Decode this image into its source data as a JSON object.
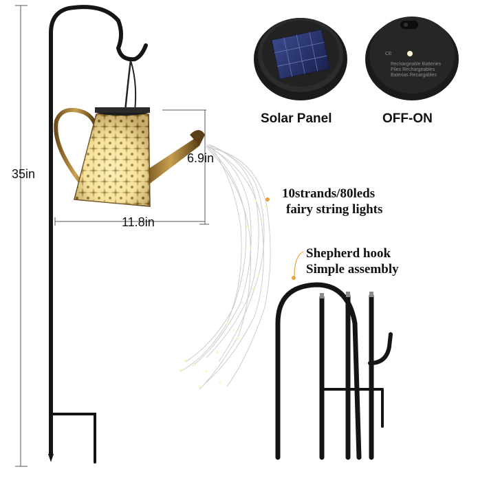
{
  "dimensions": {
    "height": "35in",
    "can_height": "6.9in",
    "can_width": "11.8in"
  },
  "captions": {
    "solar_panel": "Solar Panel",
    "switch": "OFF-ON"
  },
  "callouts": {
    "lights": [
      "10strands/80leds",
      "fairy string lights"
    ],
    "hook": [
      "Shepherd hook",
      "Simple assembly"
    ]
  },
  "switch_back_text": [
    "Rechargeable Batteries",
    "Piles Rechargeables",
    "Baterias Recargables"
  ],
  "switch_mark": "CE",
  "colors": {
    "pole": "#111111",
    "dimension_line": "#555555",
    "callout_dot": "#e8a33d",
    "brass": "#b58a3a",
    "glow": "#f2dc8c"
  }
}
